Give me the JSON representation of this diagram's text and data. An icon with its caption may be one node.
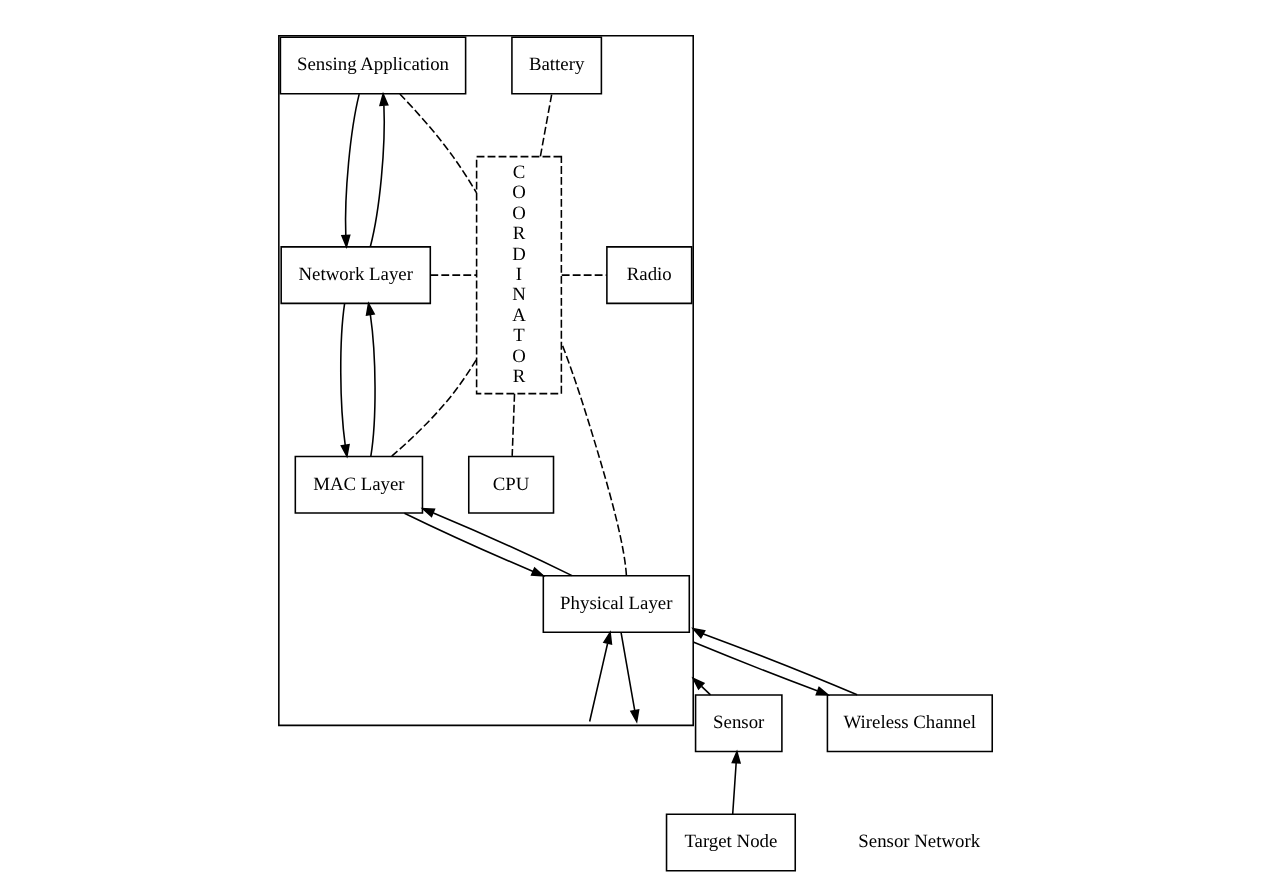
{
  "diagram": {
    "nodes": [
      {
        "text": [],
        "shape": "box"
      },
      {
        "text": [
          "Sensing Application"
        ],
        "in": 0
      },
      {
        "text": [
          "Network Layer"
        ],
        "in": 0
      },
      {
        "text": [
          "MAC Layer"
        ],
        "in": 0
      },
      {
        "text": [
          "Physical Layer"
        ],
        "in": 0
      },
      {
        "text": [
          "COORDINATOR"
        ],
        "in": 0
      },
      {
        "text": [
          "Battery"
        ],
        "in": 0
      },
      {
        "text": [
          "Radio"
        ],
        "in": 0
      },
      {
        "text": [
          "CPU"
        ],
        "in": 0
      },
      {
        "text": [
          "Sensor"
        ]
      },
      {
        "text": [
          "Wireless Channel"
        ]
      },
      {
        "text": [
          "Target Node"
        ]
      }
    ],
    "edges": [
      {
        "from": 2,
        "to": 1,
        "arrow": "to"
      },
      {
        "from": 1,
        "to": 2,
        "arrow": "to"
      },
      {
        "from": 3,
        "to": 2,
        "arrow": "to"
      },
      {
        "from": 2,
        "to": 3,
        "arrow": "to"
      },
      {
        "from": 4,
        "to": 3,
        "arrow": "to"
      },
      {
        "from": 3,
        "to": 4,
        "arrow": "to"
      },
      {
        "from": 0,
        "to": 4,
        "arrow": "to"
      },
      {
        "from": 4,
        "to": 0,
        "arrow": "to"
      },
      {
        "from": 9,
        "to": 0,
        "arrow": "to"
      },
      {
        "from": 0,
        "to": 10,
        "arrow": "to"
      },
      {
        "from": 10,
        "to": 0,
        "arrow": "to"
      },
      {
        "from": 11,
        "to": 9,
        "arrow": "to"
      },
      {
        "from": 1,
        "to": 5,
        "arrow": "none",
        "style": "dashed"
      },
      {
        "from": 2,
        "to": 5,
        "arrow": "none",
        "style": "dashed"
      },
      {
        "from": 3,
        "to": 5,
        "arrow": "none",
        "style": "dashed"
      },
      {
        "from": 4,
        "to": 5,
        "arrow": "none",
        "style": "dashed"
      },
      {
        "from": 5,
        "to": 6,
        "arrow": "none",
        "style": "dashed"
      },
      {
        "from": 5,
        "to": 7,
        "arrow": "none",
        "style": "dashed"
      },
      {
        "from": 5,
        "to": 8,
        "arrow": "none",
        "style": "dashed"
      }
    ],
    "labels": [
      "Sensor Network"
    ]
  }
}
